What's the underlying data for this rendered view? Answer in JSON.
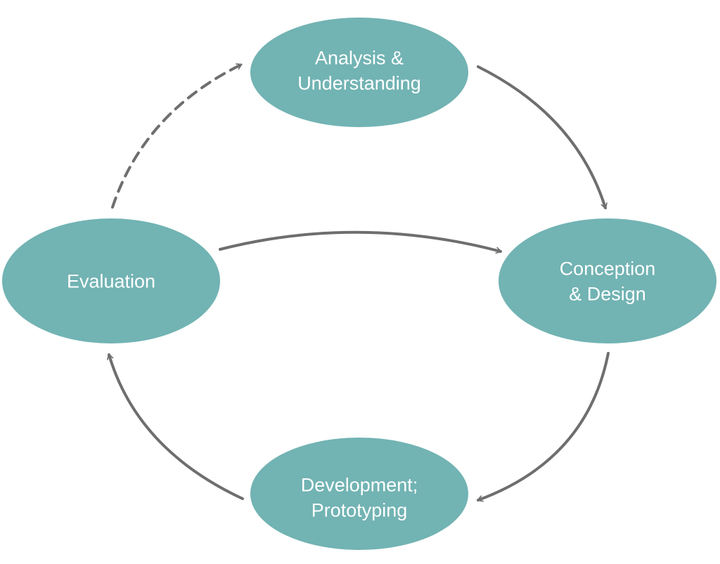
{
  "colors": {
    "node_fill": "#72b3b3",
    "arrow": "#6e6e6e",
    "label": "#ffffff"
  },
  "nodes": {
    "analysis": {
      "line1": "Analysis &",
      "line2": "Understanding"
    },
    "conception": {
      "line1": "Conception",
      "line2": "& Design"
    },
    "development": {
      "line1": "Development;",
      "line2": "Prototyping"
    },
    "evaluation": {
      "line1": "Evaluation"
    }
  }
}
